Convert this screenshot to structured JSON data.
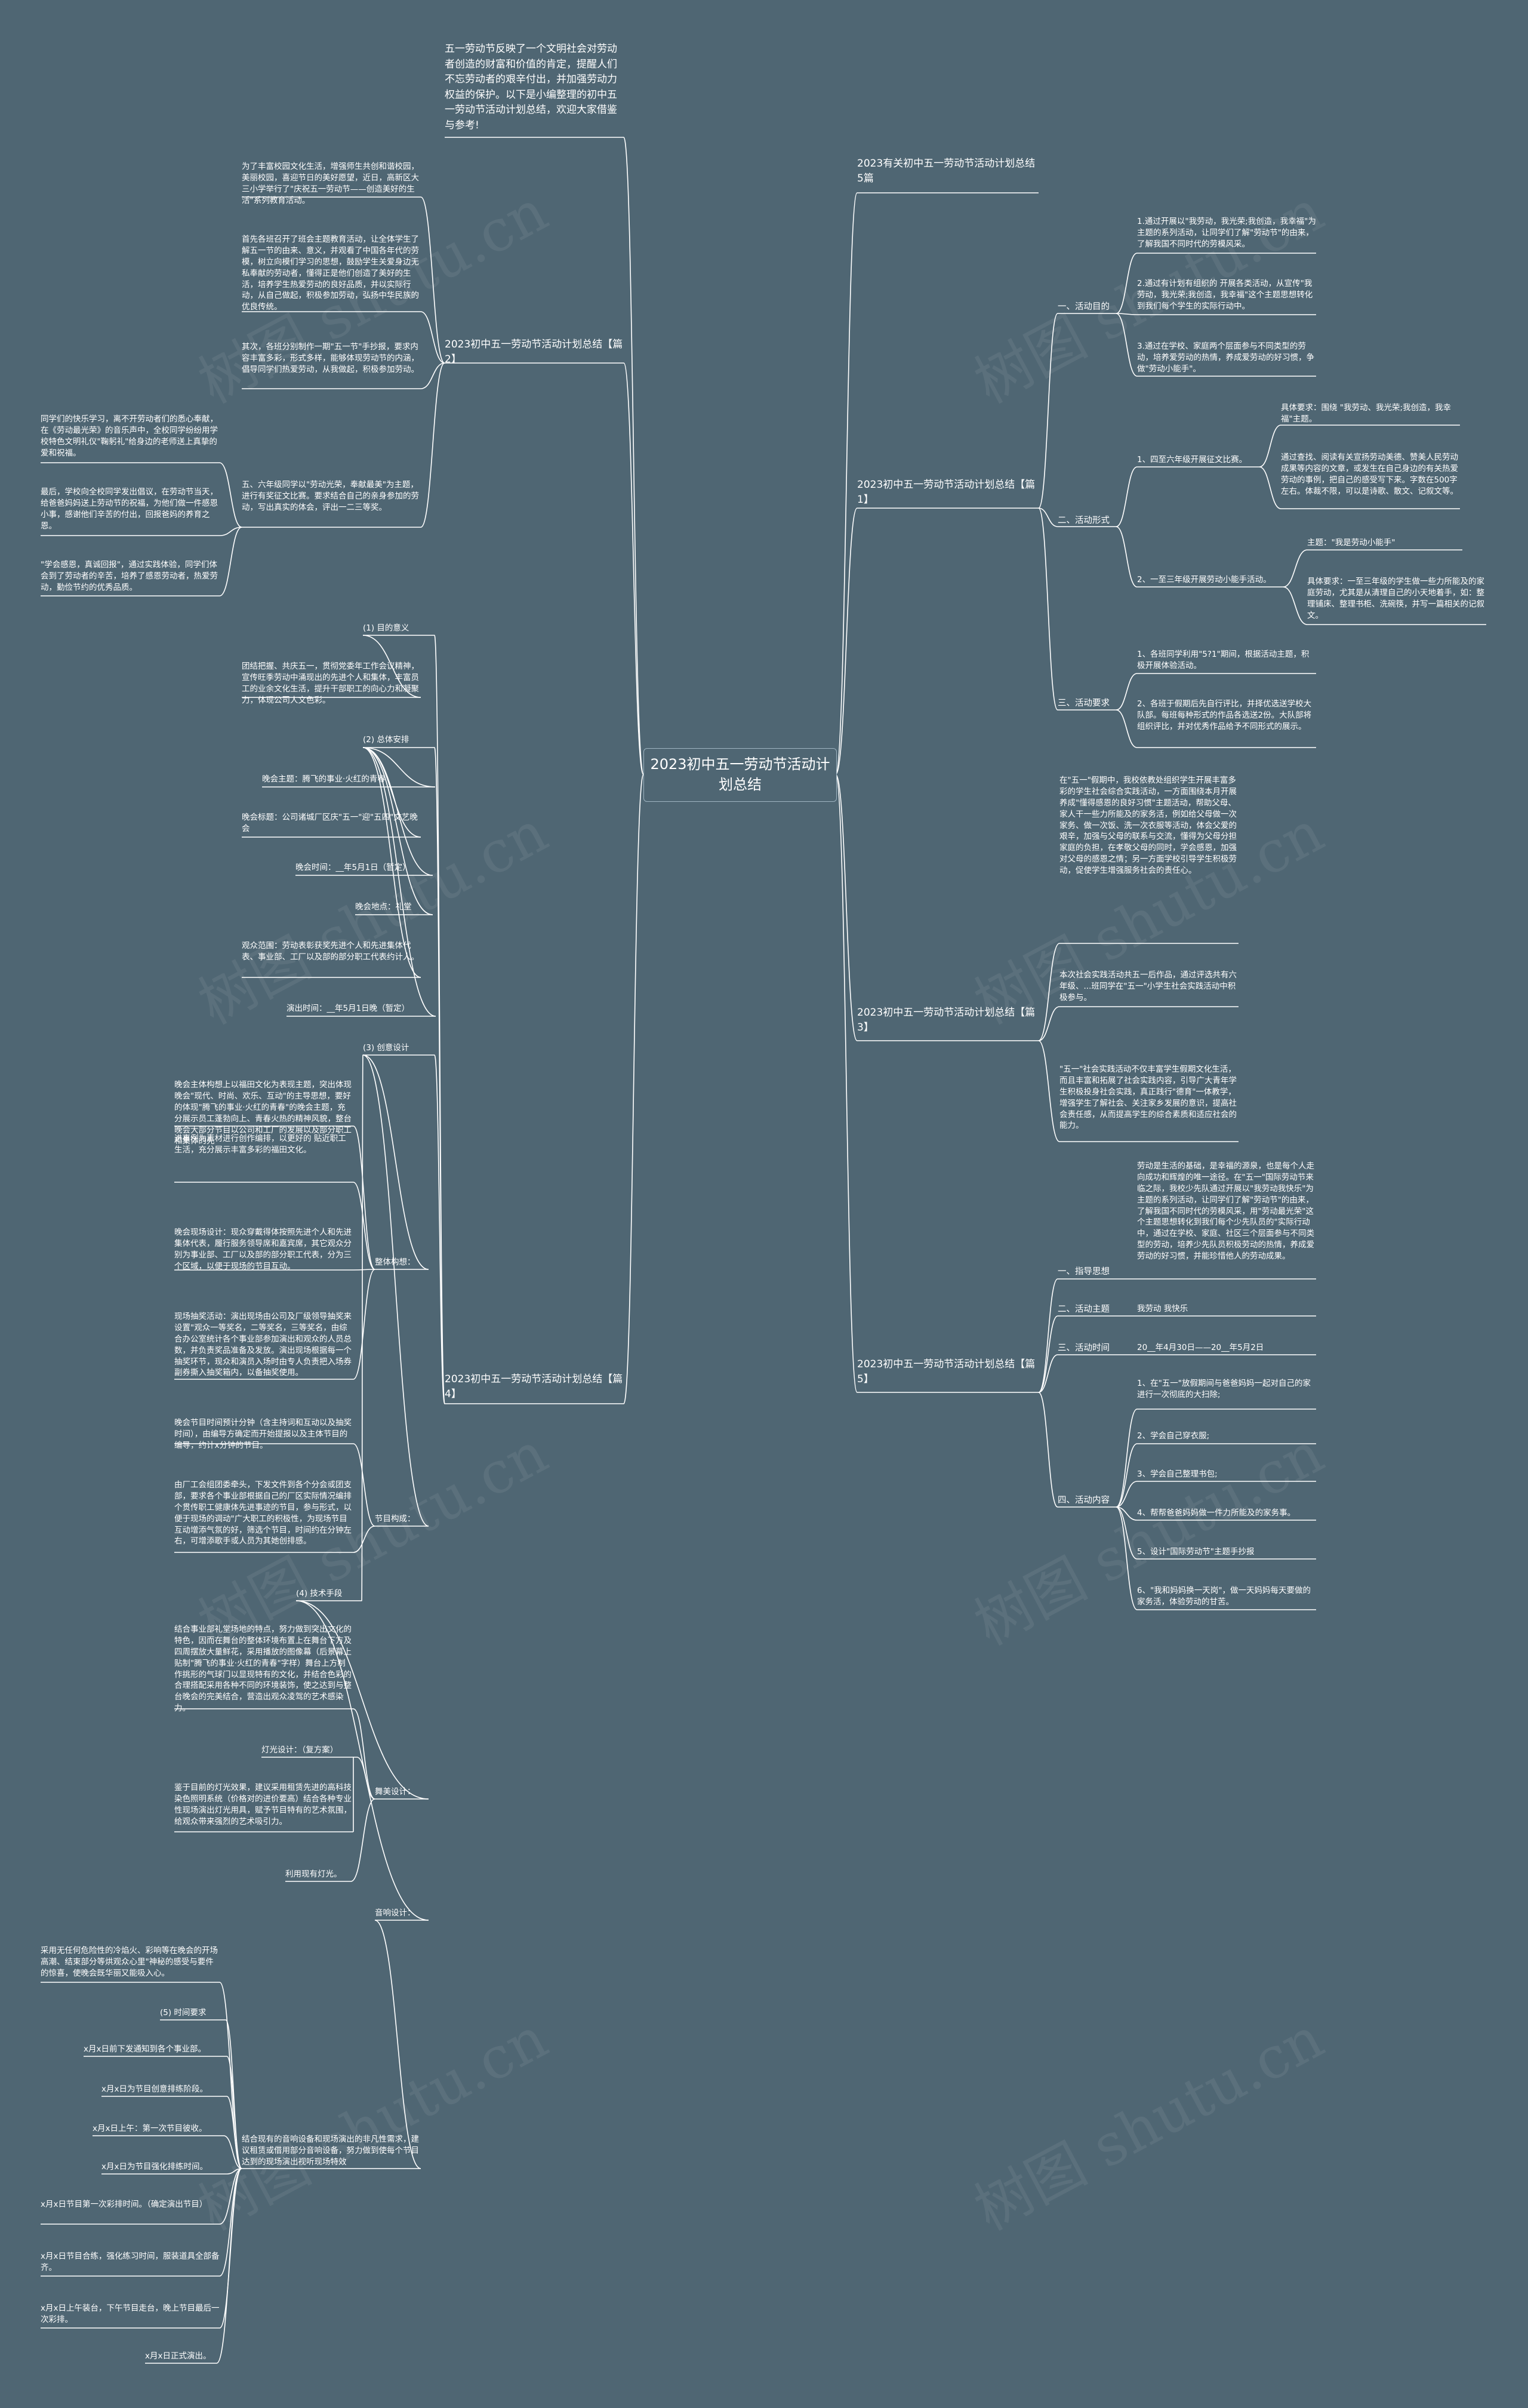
{
  "watermark": "树图 shutu.cn",
  "root": "2023初中五一劳动节活动计划总结",
  "intro": "五一劳动节反映了一个文明社会对劳动者创造的财富和价值的肯定，提醒人们不忘劳动者的艰辛付出，并加强劳动力权益的保护。以下是小编整理的初中五一劳动节活动计划总结，欢迎大家借鉴与参考!",
  "right": {
    "b0": "2023有关初中五一劳动节活动计划总结5篇",
    "b1": {
      "title": "2023初中五一劳动节活动计划总结【篇1】",
      "g1": {
        "label": "一、活动目的",
        "items": [
          "1.通过开展以\"我劳动，我光荣;我创造，我幸福\"为主题的系列活动，让同学们了解\"劳动节\"的由来，了解我国不同时代的劳模风采。",
          "2.通过有计划有组织的 开展各类活动，从宣传\"我劳动，我光荣;我创造，我幸福\"这个主题思想转化到我们每个学生的实际行动中。",
          "3.通过在学校、家庭两个层面参与不同类型的劳动，培养爱劳动的热情，养成爱劳动的好习惯，争做\"劳动小能手\"。"
        ]
      },
      "g2": {
        "label": "二、活动形式",
        "i1": "1、四至六年级开展征文比赛。",
        "i1a": "具体要求：围绕 \"我劳动、我光荣;我创造，我幸福\"主题。",
        "i1b": "通过查找、阅读有关宣扬劳动美德、赞美人民劳动成果等内容的文章，或发生在自己身边的有关热爱劳动的事例，把自己的感受写下来。字数在500字左右。体裁不限，可以是诗歌、散文、记叙文等。",
        "i2": "2、一至三年级开展劳动小能手活动。",
        "i2a": "主题：\"我是劳动小能手\"",
        "i2b": "具体要求：一至三年级的学生做一些力所能及的家庭劳动，尤其是从清理自己的小天地着手，如：整理铺床、整理书柜、洗碗筷，并写一篇相关的记叙文。"
      },
      "g3": {
        "label": "三、活动要求",
        "items": [
          "1、各班同学利用\"5?1\"期间，根据活动主题，积极开展体验活动。",
          "2、各班于假期后先自行评比，并择优选送学校大队部。每班每种形式的作品各选送2份。大队部将组织评比，并对优秀作品给予不同形式的展示。"
        ]
      }
    },
    "b3": {
      "title": "2023初中五一劳动节活动计划总结【篇3】",
      "items": [
        "在\"五一\"假期中，我校依教处组织学生开展丰富多彩的学生社会综合实践活动，一方面围绕本月开展养成\"懂得感恩的良好习惯\"主题活动，帮助父母、家人干一些力所能及的家务活，例如给父母做一次家务、做一次饭、洗一次衣服等活动，体会父爱的艰辛，加强与父母的联系与交流，懂得为父母分担家庭的负担，在孝敬父母的同时，学会感恩，加强对父母的感恩之情；另一方面学校引导学生积极劳动，促使学生增强服务社会的责任心。",
        "本次社会实践活动共五一后作品，通过评选共有六年级、...班同学在\"五一\"小学生社会实践活动中积极参与。",
        "\"五一\"社会实践活动不仅丰富学生假期文化生活，而且丰富和拓展了社会实践内容，引导广大青年学生积极投身社会实践，真正践行\"德育\"一体教学，增强学生了解社会、关注家乡发展的意识，提高社会责任感，从而提高学生的综合素质和适应社会的能力。"
      ]
    },
    "b5": {
      "title": "2023初中五一劳动节活动计划总结【篇5】",
      "g1": {
        "label": "一、指导思想",
        "text": "劳动是生活的基础，是幸福的源泉，也是每个人走向成功和辉煌的唯一途径。在\"五一\"国际劳动节来临之际，我校少先队通过开展以\"我劳动我快乐\"为主题的系列活动，让同学们了解\"劳动节\"的由来，了解我国不同时代的劳模风采，用\"劳动最光荣\"这个主题思想转化到我们每个少先队员的\"实际行动中，通过在学校、家庭、社区三个层面参与不同类型的劳动，培养少先队员积极劳动的热情，养成爱劳动的好习惯，并能珍惜他人的劳动成果。"
      },
      "g2": {
        "label": "二、活动主题",
        "text": "我劳动 我快乐"
      },
      "g3": {
        "label": "三、活动时间",
        "text": "20__年4月30日——20__年5月2日"
      },
      "g4": {
        "label": "四、活动内容",
        "items": [
          "1、在\"五一\"放假期间与爸爸妈妈一起对自己的家进行一次彻底的大扫除;",
          "2、学会自己穿衣服;",
          "3、学会自己整理书包;",
          "4、帮帮爸爸妈妈做一件力所能及的家务事。",
          "5、设计\"国际劳动节\"主题手抄报",
          "6、\"我和妈妈换一天岗\"，做一天妈妈每天要做的家务活，体验劳动的甘苦。"
        ]
      }
    }
  },
  "left": {
    "b2": {
      "title": "2023初中五一劳动节活动计划总结【篇2】",
      "items": [
        "为了丰富校园文化生活，增强师生共创和谐校园，美丽校园，喜迎节日的美好愿望，近日，高新区大三小学举行了\"庆祝五一劳动节——创造美好的生活\"系列教育活动。",
        "首先各班召开了班会主题教育活动，让全体学生了解五一节的由来、意义，并观看了中国各年代的劳模，树立向模们学习的思想，鼓励学生关爱身边无私奉献的劳动者，懂得正是他们创造了美好的生活，培养学生热爱劳动的良好品质，并以实际行动，从自己做起，积极参加劳动，弘扬中华民族的优良传统。",
        "其次，各班分别制作一期\"五一节\"手抄报，要求内容丰富多彩，形式多样，能够体现劳动节的内涵，倡导同学们热爱劳动，从我做起，积极参加劳动。",
        "五、六年级同学以\"劳动光荣，奉献最美\"为主题，进行有奖征文比赛。要求结合自己的亲身参加的劳动，写出真实的体会，评出一二三等奖。"
      ],
      "sub": [
        "同学们的快乐学习，离不开劳动者们的悉心奉献，在《劳动最光荣》的音乐声中，全校同学纷纷用学校特色文明礼仪\"鞠躬礼\"给身边的老师送上真挚的爱和祝福。",
        "最后，学校向全校同学发出倡议，在劳动节当天，给爸爸妈妈送上劳动节的祝福，为他们做一件感恩小事，感谢他们辛苦的付出，回报爸妈的养育之恩。",
        "\"学会感恩，真诚回报\"，通过实践体验，同学们体会到了劳动者的辛苦，培养了感恩劳动者，热爱劳动，勤俭节约的优秀品质。"
      ]
    },
    "b4": {
      "title": "2023初中五一劳动节活动计划总结【篇4】",
      "n1": "(1) 目的意义",
      "n1t": "团结把握、共庆五一，贯彻党委年工作会议精神，宣传旺季劳动中涌现出的先进个人和集体，丰富员工的业余文化生活，提升干部职工的向心力和凝聚力，体现公司人文色彩。",
      "n2": "(2) 总体安排",
      "n2a": "晚会主题：腾飞的事业·火红的青春",
      "n2b": "晚会标题：公司诸城厂区庆\"五一\"迎\"五四\"文艺晚会",
      "n2c": "晚会时间：__年5月1日（暂定）",
      "n2d": "晚会地点：礼堂",
      "n2e": "观众范围：劳动表彰获奖先进个人和先进集体代表、事业部、工厂以及部的部分职工代表约计人。",
      "n2f": "演出时间：__年5月1日晚（暂定）",
      "n3": "(3) 创意设计",
      "n3a": "晚会主体构想上以福田文化为表现主题，突出体现晚会\"现代、时尚、欢乐、互动\"的主导思想，要好的体现\"腾飞的事业·火红的青春\"的晚会主题，充分展示员工蓬勃向上、青春火热的精神风貌，整台晚会大部分节目以公司和工厂的发展以及部分职工和集体的先",
      "n3b": "进事例为素材进行创作编排，以更好的 贴近职工生活，充分展示丰富多彩的福田文化。",
      "n3c": "晚会现场设计：现众穿戴得体按照先进个人和先进集体代表，履行服务领导席和嘉宾席，其它观众分别为事业部、工厂以及部的部分职工代表，分为三个区域，以便于现场的节目互动。",
      "n3d": "现场抽奖活动：演出现场由公司及厂级领导抽奖来设置\"观众一等奖名，二等奖名，三等奖名，由综合办公室统计各个事业部参加演出和观众的人员总数，并负责奖品准备及发放。演出现场根据每一个抽奖环节，现众和演员入场时由专人负责把入场券副券撕入抽奖箱内，以备抽奖使用。",
      "gou": "整体构想：",
      "n3e": "晚会节目时间预计分钟（含主持词和互动以及抽奖时间），由编导方确定而开始提报以及主体节目的编导，约计x分钟的节目。",
      "n3f": "由厂工会组团委牵头，下发文件到各个分会或团支部，要求各个事业部根据自己的厂区实际情况编排个贯传职工健康体先进事迹的节目，参与形式，以便于现场的调动\"广大职工的积极性，为现场节目互动增添气氛的好，筛选个节目，时间约在分钟左右，可增添歌手或人员为其她创排感。",
      "goucheng": "节目构成：",
      "n4": "(4) 技术手段",
      "n4a": "结合事业部礼堂场地的特点，努力做到突出文化的特色，因而在舞台的整体环境布置上在舞台下方及四周摆放大量鲜花，采用播放的图像幕（后景幕上贴制\"腾飞的事业·火红的青春\"字样）舞台上方制作挑形的气球门以显现特有的文化，并结合色彩的合理搭配采用各种不同的环境装饰，使之达到与整台晚会的完美结合，营造出观众凌驾的艺术感染力。",
      "meimei": "舞美设计：",
      "light": "灯光设计：（复方案）",
      "n4b": "鉴于目前的灯光效果，建议采用租赁先进的高科技染色照明系统（价格对的进价要高）结合各种专业性现场演出灯光用具，赋予节目特有的艺术氛围，给观众带来强烈的艺术吸引力。",
      "n4c": "利用现有灯光。",
      "yinxiang": "音响设计：",
      "n5a": "采用无任何危险性的冷焰火、彩响等在晚会的开场高潮、结束部分等烘观众心里\"神秘的感受与要件的惊喜，使晚会既华丽又能吸入心。",
      "n5": "(5) 时间要求",
      "n5b": "x月x日前下发通知到各个事业部。",
      "n5c": "x月x日为节目创意排练阶段。",
      "n5d": "x月x日上午：第一次节目彼收。",
      "n5e": "x月x日为节目强化排练时间。",
      "n5f": "x月x日节目第一次彩排时间。（确定演出节目）",
      "n5g": "x月x日节目合练，强化练习时间，服装道具全部备齐。",
      "n5h": "x月x日上午装台，下午节目走台，晚上节目最后一次彩排。",
      "n5i": "x月x日正式演出。",
      "n5j": "结合现有的音响设备和现场演出的非凡性需求，建议租赁或借用部分音响设备，努力做到使每个节目达到的现场演出视听现场特效"
    }
  }
}
